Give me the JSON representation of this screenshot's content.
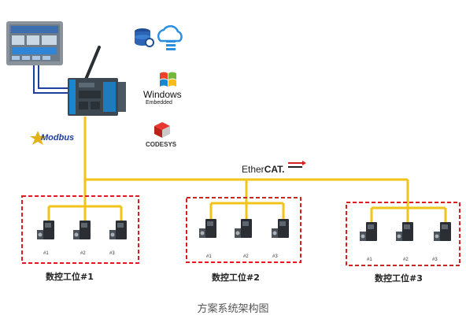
{
  "protocols": {
    "modbus": "Modbus",
    "ethercat_prefix": "Ether",
    "ethercat_suffix": "CAT."
  },
  "logos": {
    "windows_line1": "Windows",
    "windows_line2": "Embedded",
    "codesys": "CODESYS"
  },
  "stations": [
    {
      "label": "数控工位#1",
      "axes": [
        "#1",
        "#2",
        "#3"
      ]
    },
    {
      "label": "数控工位#2",
      "axes": [
        "#1",
        "#2",
        "#3"
      ]
    },
    {
      "label": "数控工位#3",
      "axes": [
        "#1",
        "#2",
        "#3"
      ]
    }
  ],
  "caption": "方案系统架构图",
  "colors": {
    "bus_line": "#f2c318",
    "hmi_link": "#1f3f9c",
    "station_border": "#d42020",
    "hmi_frame": "#8a939c",
    "controller_body": "#3c4750",
    "accent_blue": "#1a86cf"
  },
  "icons": [
    "hmi-panel",
    "industrial-controller",
    "antenna",
    "database-icon",
    "cloud-icon",
    "windows-flag-icon",
    "codesys-cube-icon",
    "modbus-star-icon",
    "servo-motor-icon"
  ]
}
